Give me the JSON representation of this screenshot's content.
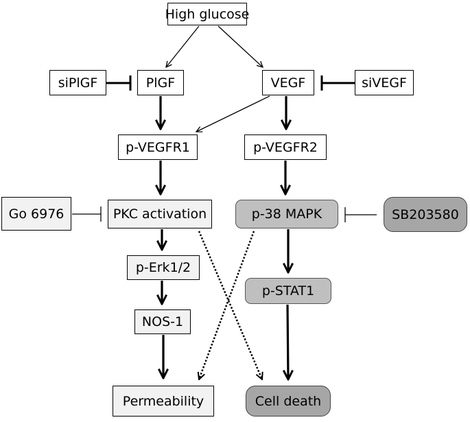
{
  "nodes": {
    "high_glucose": "High glucose",
    "siplgf": "siPlGF",
    "plgf": "PlGF",
    "vegf": "VEGF",
    "sivegf": "siVEGF",
    "p_vegfr1": "p-VEGFR1",
    "p_vegfr2": "p-VEGFR2",
    "go6976": "Go 6976",
    "pkc": "PKC activation",
    "p38": "p-38 MAPK",
    "sb203580": "SB203580",
    "p_erk": "p-Erk1/2",
    "p_stat1": "p-STAT1",
    "nos1": "NOS-1",
    "permeability": "Permeability",
    "cell_death": "Cell death"
  },
  "edges": [
    {
      "from": "high_glucose",
      "to": "plgf",
      "kind": "thin-arrow"
    },
    {
      "from": "high_glucose",
      "to": "vegf",
      "kind": "thin-arrow"
    },
    {
      "from": "siplgf",
      "to": "plgf",
      "kind": "inhibition"
    },
    {
      "from": "sivegf",
      "to": "vegf",
      "kind": "inhibition"
    },
    {
      "from": "plgf",
      "to": "p_vegfr1",
      "kind": "thick-arrow"
    },
    {
      "from": "vegf",
      "to": "p_vegfr1",
      "kind": "thin-arrow"
    },
    {
      "from": "vegf",
      "to": "p_vegfr2",
      "kind": "thick-arrow"
    },
    {
      "from": "p_vegfr1",
      "to": "pkc",
      "kind": "thick-arrow"
    },
    {
      "from": "p_vegfr2",
      "to": "p38",
      "kind": "thick-arrow"
    },
    {
      "from": "go6976",
      "to": "pkc",
      "kind": "inhibition"
    },
    {
      "from": "sb203580",
      "to": "p38",
      "kind": "inhibition"
    },
    {
      "from": "pkc",
      "to": "p_erk",
      "kind": "thick-arrow"
    },
    {
      "from": "p_erk",
      "to": "nos1",
      "kind": "thick-arrow"
    },
    {
      "from": "nos1",
      "to": "permeability",
      "kind": "thick-arrow"
    },
    {
      "from": "p38",
      "to": "p_stat1",
      "kind": "thick-arrow"
    },
    {
      "from": "p_stat1",
      "to": "cell_death",
      "kind": "thick-arrow"
    },
    {
      "from": "pkc",
      "to": "cell_death",
      "kind": "dotted-arrow"
    },
    {
      "from": "p38",
      "to": "permeability",
      "kind": "dotted-arrow"
    }
  ]
}
